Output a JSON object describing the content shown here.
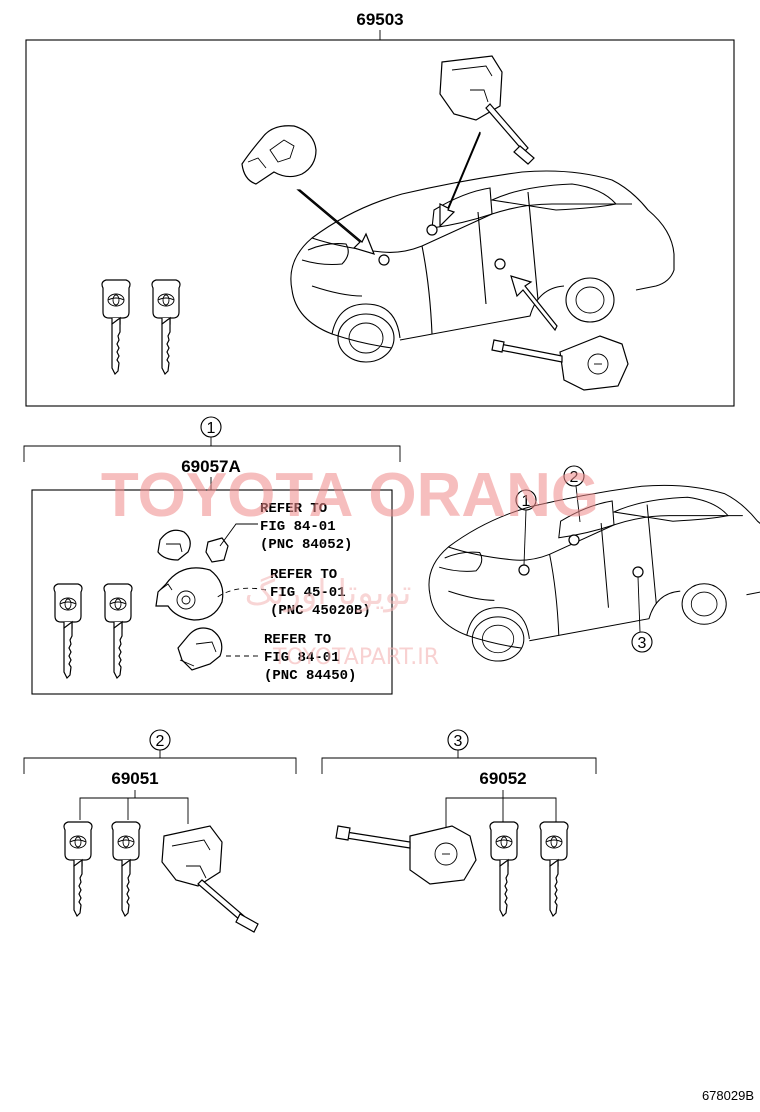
{
  "main_kit": {
    "part_number": "69503"
  },
  "callouts": {
    "one": "1",
    "two": "2",
    "three": "3"
  },
  "kit_1": {
    "part_number": "69057A",
    "refer_1": {
      "line1": "REFER TO",
      "line2": "FIG 84-01",
      "line3": "(PNC 84052)"
    },
    "refer_2": {
      "line1": "REFER TO",
      "line2": "FIG 45-01",
      "line3": "(PNC 45020B)"
    },
    "refer_3": {
      "line1": "REFER TO",
      "line2": "FIG 84-01",
      "line3": "(PNC 84450)"
    }
  },
  "kit_2": {
    "part_number": "69051"
  },
  "kit_3": {
    "part_number": "69052"
  },
  "watermark": {
    "main": "TOYOTA ORANG",
    "persian": "تویوتا اورنگ",
    "url": "TOYOTAPART.IR"
  },
  "figure_id": "678029B"
}
